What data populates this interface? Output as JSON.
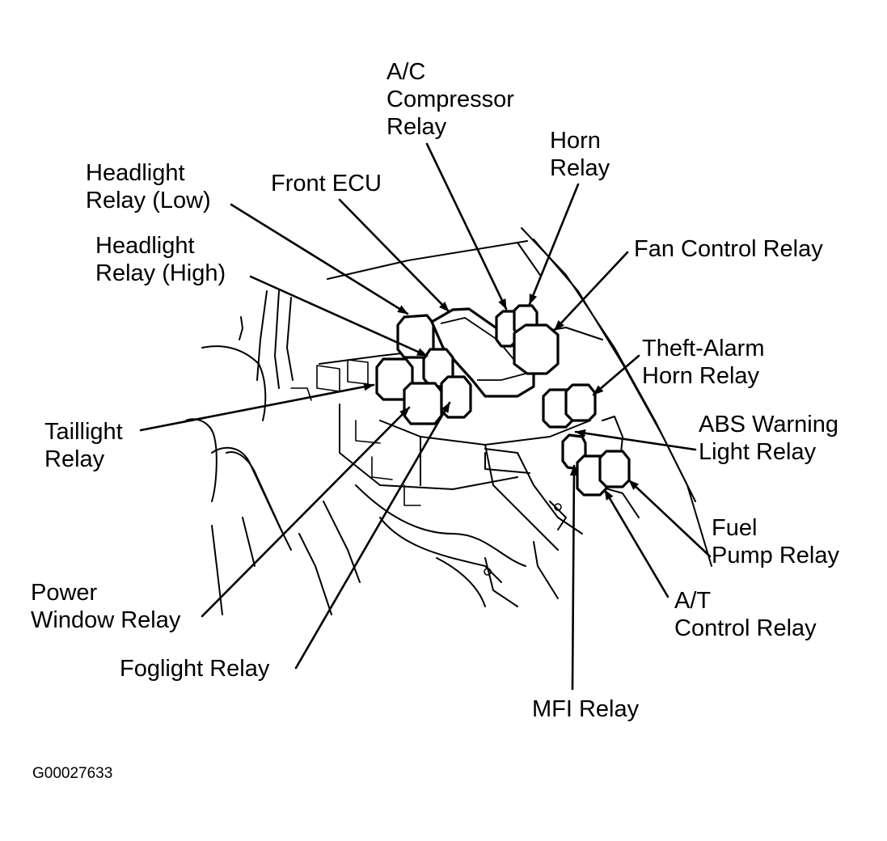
{
  "diagram": {
    "labels": {
      "ac_compressor_relay": [
        "A/C",
        "Compressor",
        "Relay"
      ],
      "horn_relay": [
        "Horn",
        "Relay"
      ],
      "headlight_relay_low": [
        "Headlight",
        "Relay (Low)"
      ],
      "front_ecu": [
        "Front ECU"
      ],
      "fan_control_relay": [
        "Fan Control Relay"
      ],
      "headlight_relay_high": [
        "Headlight",
        "Relay (High)"
      ],
      "theft_alarm_horn_relay": [
        "Theft-Alarm",
        "Horn Relay"
      ],
      "abs_warning_light_relay": [
        "ABS Warning",
        "Light Relay"
      ],
      "taillight_relay": [
        "Taillight",
        "Relay"
      ],
      "fuel_pump_relay": [
        "Fuel",
        "Pump Relay"
      ],
      "power_window_relay": [
        "Power",
        "Window Relay"
      ],
      "at_control_relay": [
        "A/T",
        "Control Relay"
      ],
      "foglight_relay": [
        "Foglight Relay"
      ],
      "mfi_relay": [
        "MFI Relay"
      ]
    },
    "figure_code": "G00027633"
  }
}
